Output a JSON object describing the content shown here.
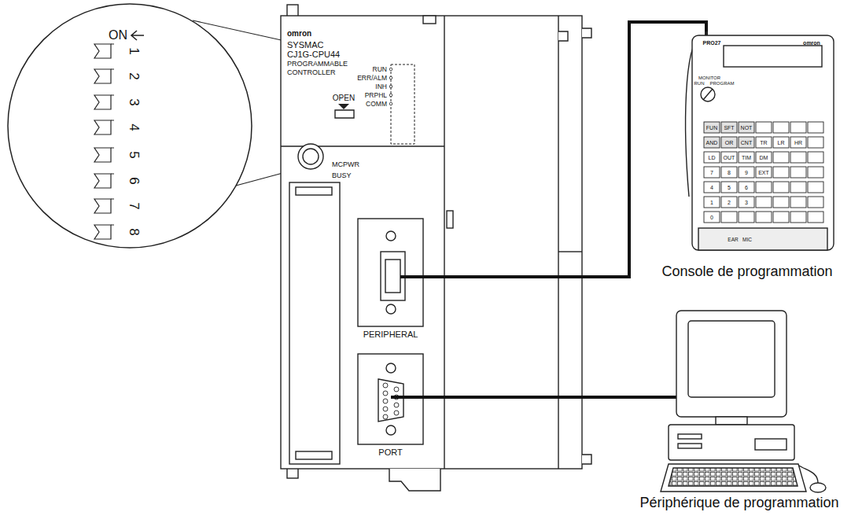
{
  "diagram": {
    "nodes": [
      {
        "text": [
          "PERIPHERAL"
        ]
      },
      {
        "text": [
          "PORT"
        ]
      },
      {
        "text": [
          "Console de programmation"
        ]
      },
      {
        "text": [
          "Périphérique de programmation"
        ]
      }
    ],
    "edges": [
      {
        "from": 0,
        "to": 2,
        "arrow": "none"
      },
      {
        "from": 1,
        "to": 3,
        "arrow": "none"
      }
    ],
    "labels": [
      "ON",
      "1",
      "2",
      "3",
      "4",
      "5",
      "6",
      "7",
      "8",
      "omron",
      "SYSMAC",
      "CJ1G-CPU44",
      "PROGRAMMABLE",
      "CONTROLLER",
      "RUN",
      "ERR/ALM",
      "INH",
      "PRPHL",
      "COMM",
      "OPEN",
      "MCPWR",
      "BUSY",
      "PRO27",
      "omron",
      "MONITOR",
      "RUN",
      "PROGRAM",
      "FUN",
      "SFT",
      "NOT",
      "AND",
      "OR",
      "CNT",
      "TR",
      "LR",
      "HR",
      "LD",
      "OUT",
      "TIM",
      "DM",
      "7",
      "8",
      "9",
      "EXT",
      "4",
      "5",
      "6",
      "1",
      "2",
      "3",
      "0",
      "EAR",
      "MIC"
    ]
  }
}
